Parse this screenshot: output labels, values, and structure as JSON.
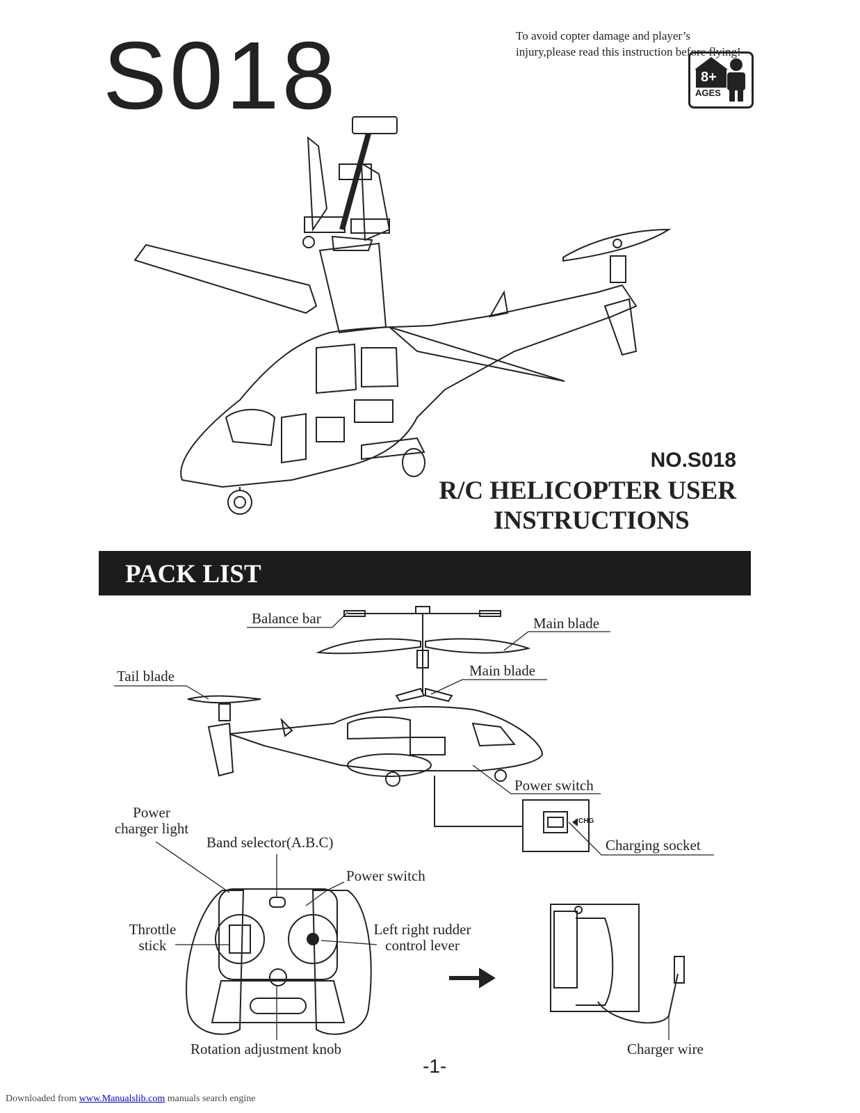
{
  "header": {
    "product_code": "S018",
    "warning": "To avoid copter damage and player’s injury,please read this instruction before flying!",
    "age_badge": {
      "value": "8+",
      "label": "AGES"
    }
  },
  "title_block": {
    "model_number": "NO.S018",
    "title_line1": "R/C HELICOPTER USER",
    "title_line2": "INSTRUCTIONS"
  },
  "section": {
    "heading": "PACK LIST"
  },
  "helicopter_labels": {
    "balance_bar": "Balance bar",
    "main_blade_upper": "Main blade",
    "main_blade_lower": "Main blade",
    "tail_blade": "Tail blade",
    "power_switch": "Power switch",
    "charging_socket": "Charging socket",
    "socket_marking": "CHG"
  },
  "remote_labels": {
    "power_charger_light_1": "Power",
    "power_charger_light_2": "charger light",
    "band_selector": "Band selector(A.B.C)",
    "power_switch": "Power switch",
    "throttle_stick_1": "Throttle",
    "throttle_stick_2": "stick",
    "rudder_lever_1": "Left right rudder",
    "rudder_lever_2": "control lever",
    "rotation_knob": "Rotation adjustment knob",
    "charger_wire": "Charger wire"
  },
  "page_number": "-1-",
  "footer": {
    "prefix": "Downloaded from ",
    "link": "www.Manualslib.com",
    "suffix": "  manuals search engine"
  }
}
